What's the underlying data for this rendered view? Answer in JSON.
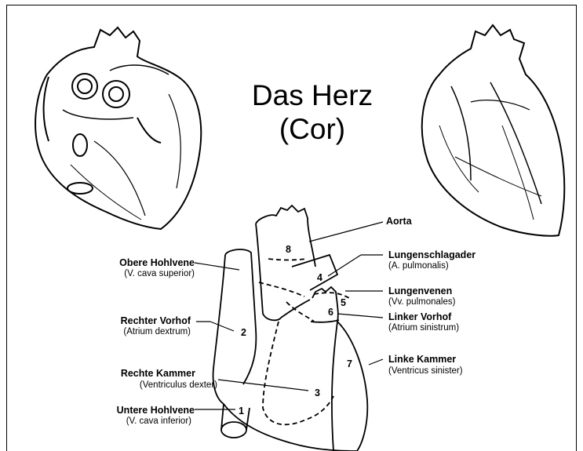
{
  "title": {
    "line1": "Das Herz",
    "line2": "(Cor)"
  },
  "labels": {
    "aorta": {
      "name": "Aorta",
      "number": "8"
    },
    "pulmonary_artery": {
      "name": "Lungenschlagader",
      "latin": "(A. pulmonalis)",
      "number": "4"
    },
    "pulmonary_veins": {
      "name": "Lungenvenen",
      "latin": "(Vv. pulmonales)",
      "number": "5"
    },
    "left_atrium": {
      "name": "Linker Vorhof",
      "latin": "(Atrium sinistrum)",
      "number": "6"
    },
    "left_ventricle": {
      "name": "Linke Kammer",
      "latin": "(Ventricus sinister)",
      "number": "7"
    },
    "superior_vena_cava": {
      "name": "Obere Hohlvene",
      "latin": "(V. cava superior)"
    },
    "right_atrium": {
      "name": "Rechter Vorhof",
      "latin": "(Atrium dextrum)",
      "number": "2"
    },
    "right_ventricle": {
      "name": "Rechte Kammer",
      "latin": "(Ventriculus dexter)",
      "number": "3"
    },
    "inferior_vena_cava": {
      "name": "Untere Hohlvene",
      "latin": "(V. cava inferior)",
      "number": "1"
    }
  }
}
